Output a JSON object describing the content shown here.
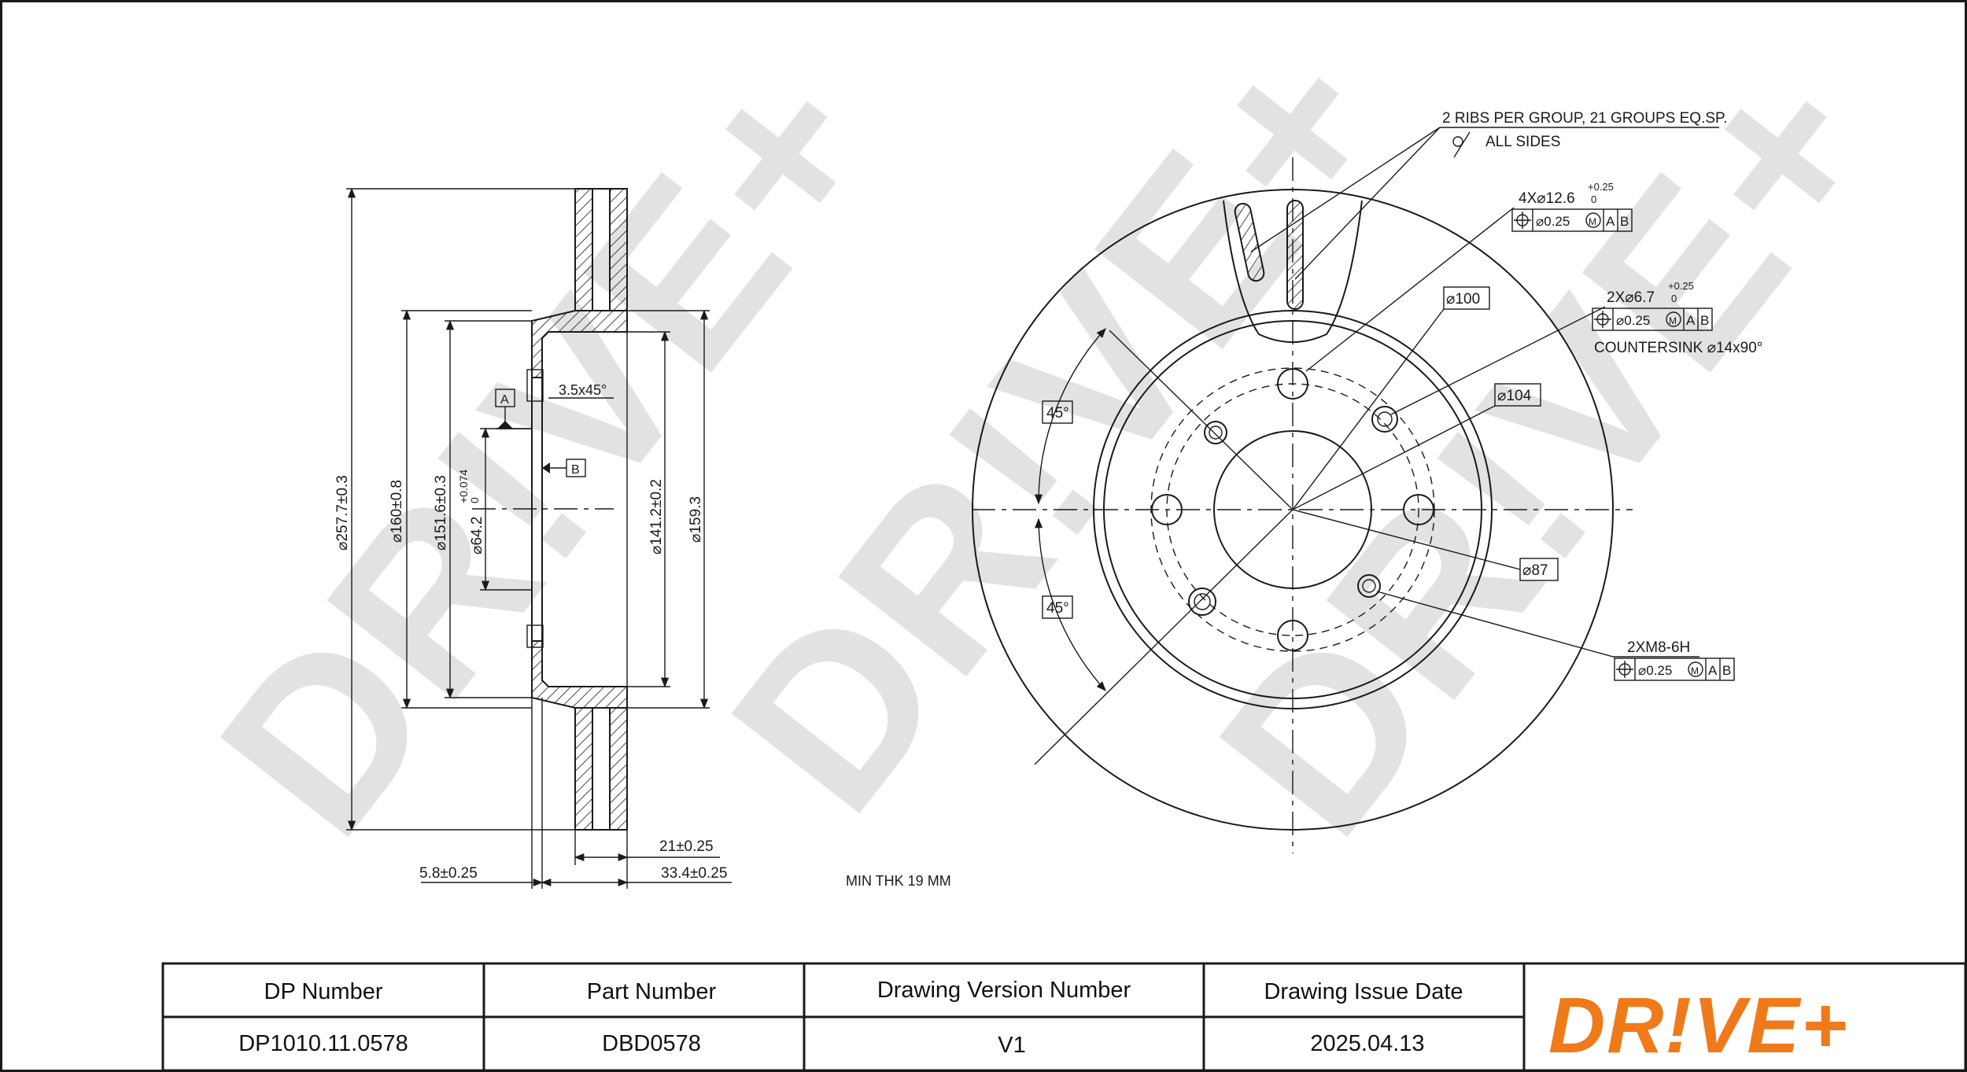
{
  "notes": {
    "ribs": "2 RIBS PER GROUP, 21 GROUPS EQ.SP.",
    "all_sides": "ALL SIDES",
    "chamfer": "3.5x45°",
    "min_thk": "MIN THK 19 MM",
    "countersink": "COUNTERSINK ⌀14x90°"
  },
  "datums": {
    "a": "A",
    "b": "B"
  },
  "side_dims": {
    "d_outer": "⌀257.7±0.3",
    "d_160": "⌀160±0.8",
    "d_151": "⌀151.6±0.3",
    "d_bore": "⌀64.2",
    "d_bore_tol_up": "+0.074",
    "d_bore_tol_lo": "0",
    "d_141": "⌀141.2±0.2",
    "d_159": "⌀159.3",
    "thick_21": "21±0.25",
    "offset_58": "5.8±0.25",
    "height_334": "33.4±0.25"
  },
  "front_dims": {
    "holes4": "4X⌀12.6",
    "holes4_tol_up": "+0.25",
    "holes4_tol_lo": "0",
    "holes2": "2X⌀6.7",
    "holes2_tol_up": "+0.25",
    "holes2_tol_lo": "0",
    "thread": "2XM8-6H",
    "fcf_tol": "⌀0.25",
    "fcf_mod": "M",
    "fcf_a": "A",
    "fcf_b": "B",
    "pcd100": "⌀100",
    "pcd104": "⌀104",
    "pcd87": "⌀87",
    "angle_top": "45°",
    "angle_bot": "45°"
  },
  "title_block": {
    "headers": [
      "DP Number",
      "Part Number",
      "Drawing Version Number",
      "Drawing Issue Date"
    ],
    "values": [
      "DP1010.11.0578",
      "DBD0578",
      "V1",
      "2025.04.13"
    ]
  },
  "brand": {
    "name": "DR!VE+",
    "color": "#f07a1a"
  },
  "watermark": "DR!VE+",
  "colors": {
    "ink": "#1a1a1a",
    "watermark": "#e2e2e2",
    "brand_orange": "#f07a1a"
  }
}
